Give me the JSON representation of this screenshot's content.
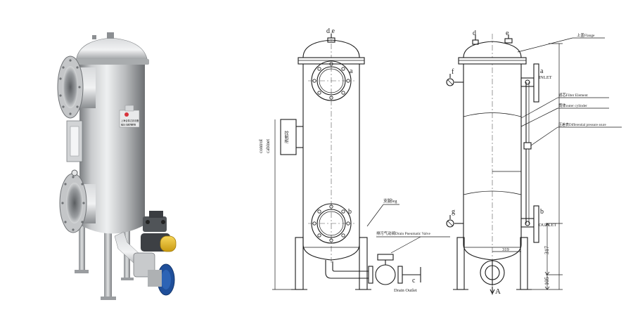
{
  "photo": {
    "label_company": "上海合泰过滤设备",
    "label_phone": "021-51878978"
  },
  "front_view": {
    "top_letters": "d e",
    "inlet_letter": "a",
    "outlet_letter": "b",
    "drain_letter": "c",
    "control_cabinet_label_1": "control",
    "control_cabinet_label_2": "cabinet",
    "cabinet_chinese": "控制柜",
    "support_label": "支腿leg",
    "drain_valve_label": "排污气动阀Drain Pneumatic Valve",
    "drain_outlet_label": "Drain Outlet"
  },
  "side_view": {
    "top_letter_d": "d",
    "top_letter_e": "e",
    "letter_f": "f",
    "letter_g": "g",
    "letter_a": "a",
    "letter_b": "b",
    "inlet_label": "INLET",
    "outlet_label": "OUTLET",
    "bottom_letter": "A",
    "upper_flange_label": "上盖Flange",
    "filter_element_label": "滤芯Filter Element",
    "housing_label": "筒体outer cylinder",
    "dp_label": "压差表Differential pressure ssure",
    "dim_319": "319",
    "dim_317": "317",
    "dim_105": "105"
  },
  "colors": {
    "steel_light": "#e4e5e6",
    "steel_mid": "#b6b8ba",
    "steel_dark": "#6f7275",
    "actuator_yellow": "#f2c230",
    "valve_blue": "#1f4f9a",
    "label_red": "#d8343c"
  }
}
